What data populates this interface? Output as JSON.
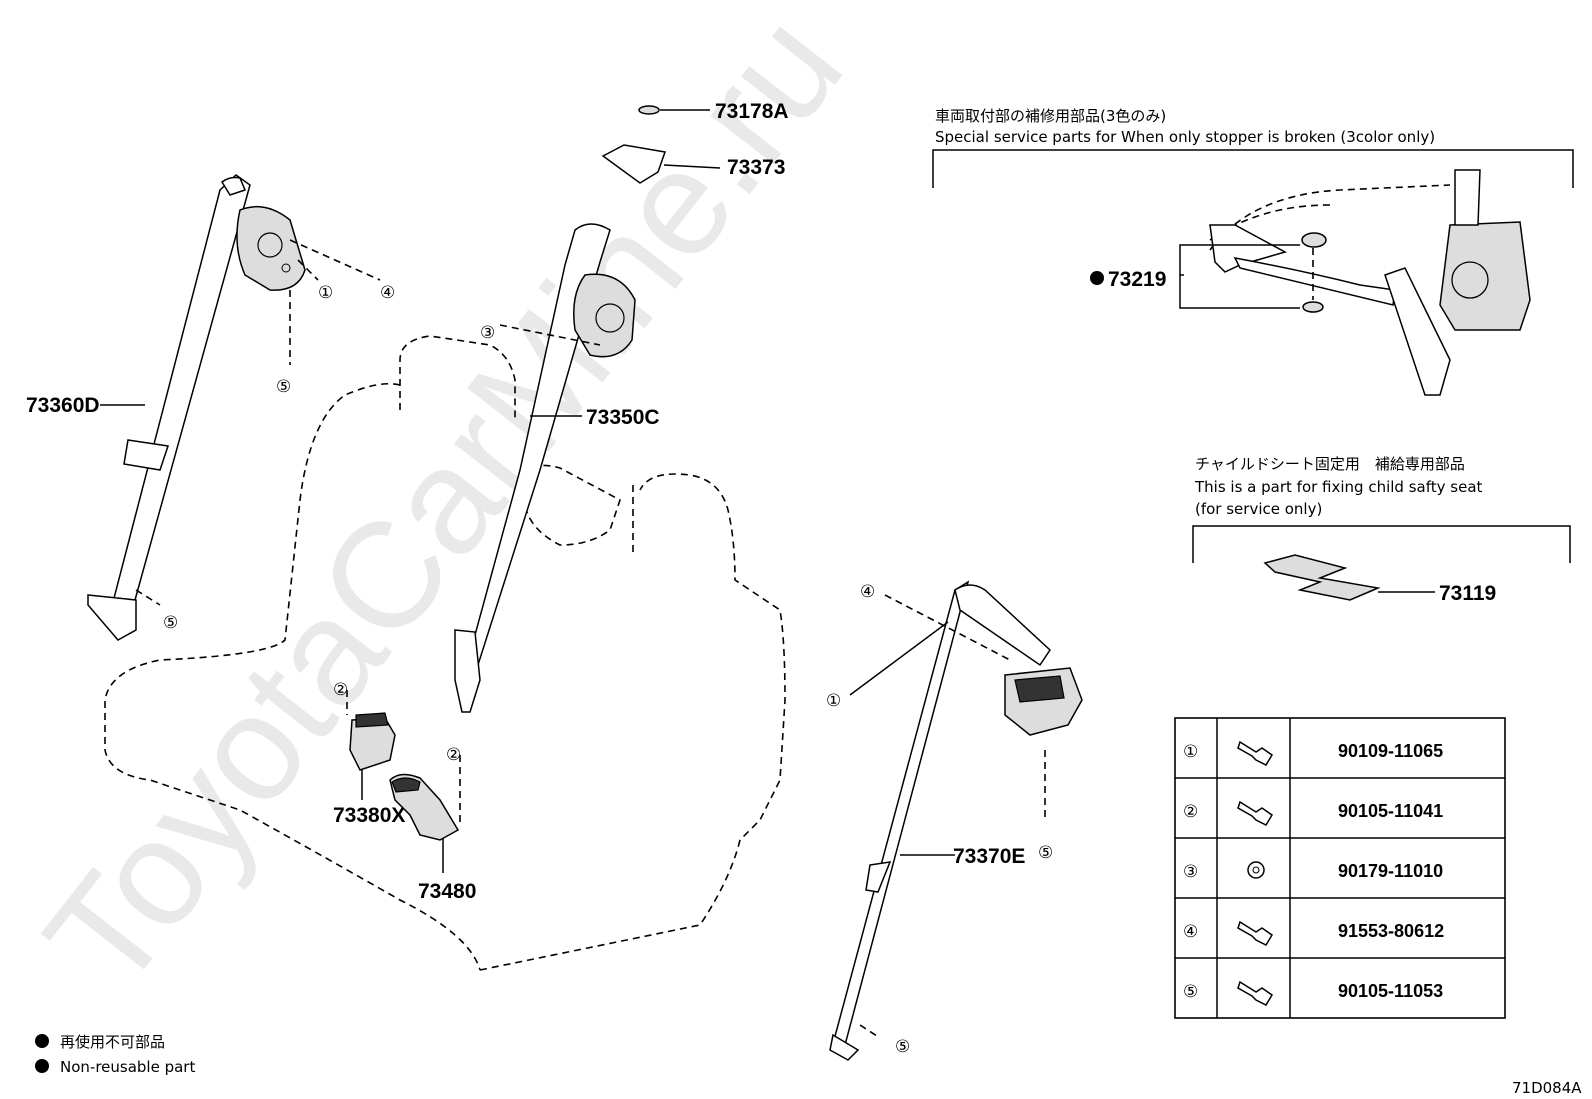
{
  "watermark": "ToyotaCarMine.ru",
  "stopper_box": {
    "title_jp": "車両取付部の補修用部品(3色のみ)",
    "title_en": "Special service parts for When only stopper is broken (3color only)",
    "part_no": "73219"
  },
  "child_box": {
    "title_jp": "チャイルドシート固定用　補給専用部品",
    "title_en_1": "This is a part for fixing child safty seat",
    "title_en_2": "(for service only)",
    "part_no": "73119"
  },
  "part_labels": {
    "p73178A": "73178A",
    "p73373": "73373",
    "p73360D": "73360D",
    "p73350C": "73350C",
    "p73380X": "73380X",
    "p73480": "73480",
    "p73370E": "73370E"
  },
  "callouts": {
    "c1": "①",
    "c2": "②",
    "c3": "③",
    "c4": "④",
    "c5": "⑤"
  },
  "fastener_table": [
    {
      "ref": "①",
      "icon": "bolt-icon",
      "part": "90109-11065"
    },
    {
      "ref": "②",
      "icon": "bolt-icon",
      "part": "90105-11041"
    },
    {
      "ref": "③",
      "icon": "nut-icon",
      "part": "90179-11010"
    },
    {
      "ref": "④",
      "icon": "bolt-icon",
      "part": "91553-80612"
    },
    {
      "ref": "⑤",
      "icon": "bolt-icon",
      "part": "90105-11053"
    }
  ],
  "legend": {
    "jp": "再使用不可部品",
    "en": "Non-reusable part"
  },
  "diagram_code": "71D084A"
}
